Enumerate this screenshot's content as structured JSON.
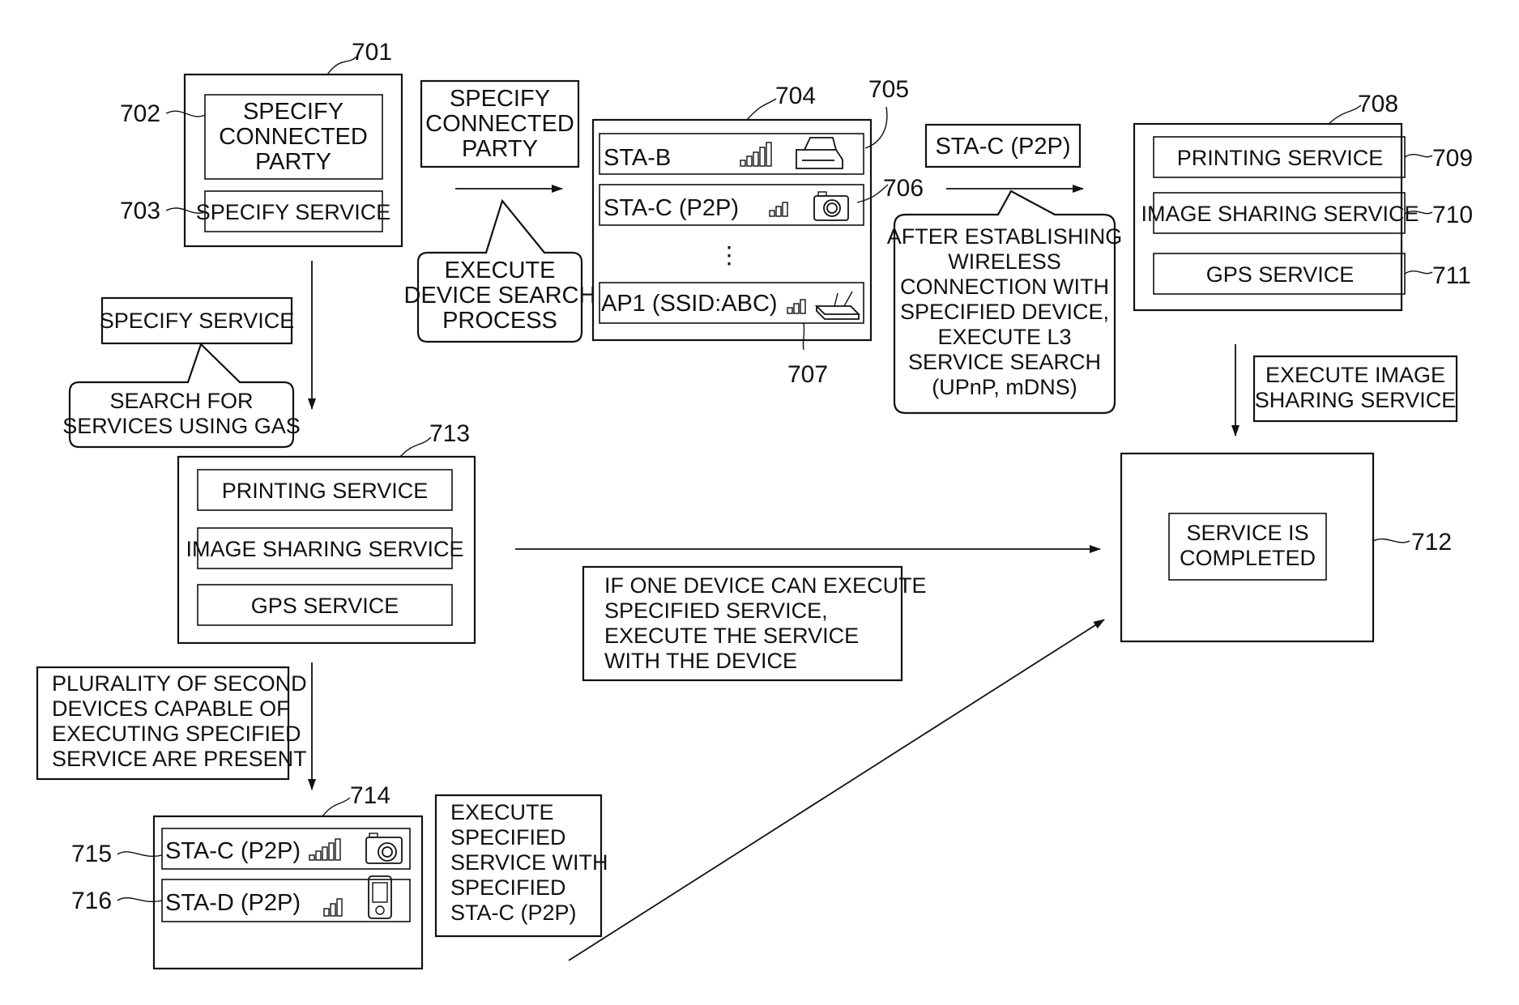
{
  "refs": {
    "r701": "701",
    "r702": "702",
    "r703": "703",
    "r704": "704",
    "r705": "705",
    "r706": "706",
    "r707": "707",
    "r708": "708",
    "r709": "709",
    "r710": "710",
    "r711": "711",
    "r712": "712",
    "r713": "713",
    "r714": "714",
    "r715": "715",
    "r716": "716"
  },
  "box701": {
    "connected_party": [
      "SPECIFY",
      "CONNECTED",
      "PARTY"
    ],
    "specify_service": "SPECIFY SERVICE"
  },
  "specify_connected_party_label": [
    "SPECIFY",
    "CONNECTED",
    "PARTY"
  ],
  "device_search_callout": [
    "EXECUTE",
    "DEVICE SEARCH",
    "PROCESS"
  ],
  "box704": {
    "row1": "STA-B",
    "row2": "STA-C (P2P)",
    "ellipsis": "⋮",
    "row3": "AP1 (SSID:ABC)"
  },
  "stac_p2p_label": "STA-C (P2P)",
  "l3_callout": [
    "AFTER ESTABLISHING",
    "WIRELESS",
    "CONNECTION WITH",
    "SPECIFIED DEVICE,",
    "EXECUTE L3",
    "SERVICE SEARCH",
    "(UPnP, mDNS)"
  ],
  "box708": {
    "s1": "PRINTING SERVICE",
    "s2": "IMAGE SHARING SERVICE",
    "s3": "GPS SERVICE"
  },
  "execute_image_sharing": [
    "EXECUTE IMAGE",
    "SHARING SERVICE"
  ],
  "specify_service_label": "SPECIFY SERVICE",
  "gas_callout": [
    "SEARCH FOR",
    "SERVICES USING GAS"
  ],
  "box713": {
    "s1": "PRINTING SERVICE",
    "s2": "IMAGE SHARING SERVICE",
    "s3": "GPS SERVICE"
  },
  "box712_text": [
    "SERVICE IS",
    "COMPLETED"
  ],
  "one_device_note": [
    "IF ONE DEVICE CAN EXECUTE",
    "SPECIFIED SERVICE,",
    "EXECUTE THE SERVICE",
    "WITH THE DEVICE"
  ],
  "plurality_note": [
    "PLURALITY OF SECOND",
    "DEVICES CAPABLE OF",
    "EXECUTING SPECIFIED",
    "SERVICE ARE PRESENT"
  ],
  "box714": {
    "row1": "STA-C (P2P)",
    "row2": "STA-D (P2P)"
  },
  "execute_stac_note": [
    "EXECUTE",
    "SPECIFIED",
    "SERVICE WITH",
    "SPECIFIED",
    "STA-C (P2P)"
  ]
}
